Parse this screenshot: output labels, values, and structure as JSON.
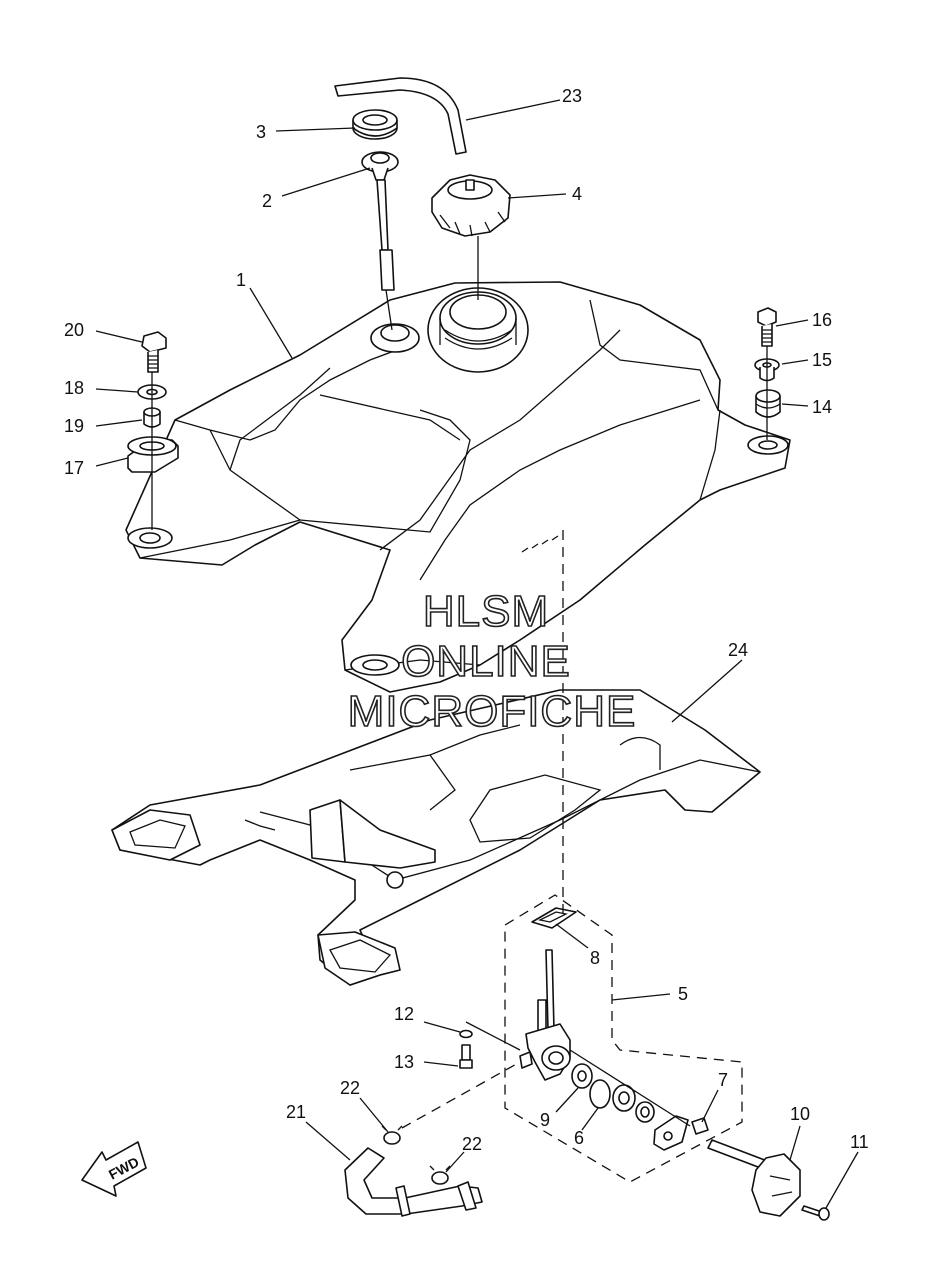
{
  "callouts": {
    "c1": "1",
    "c2": "2",
    "c3": "3",
    "c4": "4",
    "c5": "5",
    "c6": "6",
    "c7": "7",
    "c8": "8",
    "c9": "9",
    "c10": "10",
    "c11": "11",
    "c12": "12",
    "c13": "13",
    "c14": "14",
    "c15": "15",
    "c16": "16",
    "c17": "17",
    "c18": "18",
    "c19": "19",
    "c20": "20",
    "c21": "21",
    "c22a": "22",
    "c22b": "22",
    "c23": "23",
    "c24": "24"
  },
  "watermark": {
    "line1": "HLSM",
    "line2": "ONLINE",
    "line3": "MICROFICHE"
  },
  "direction_label": "FWD"
}
